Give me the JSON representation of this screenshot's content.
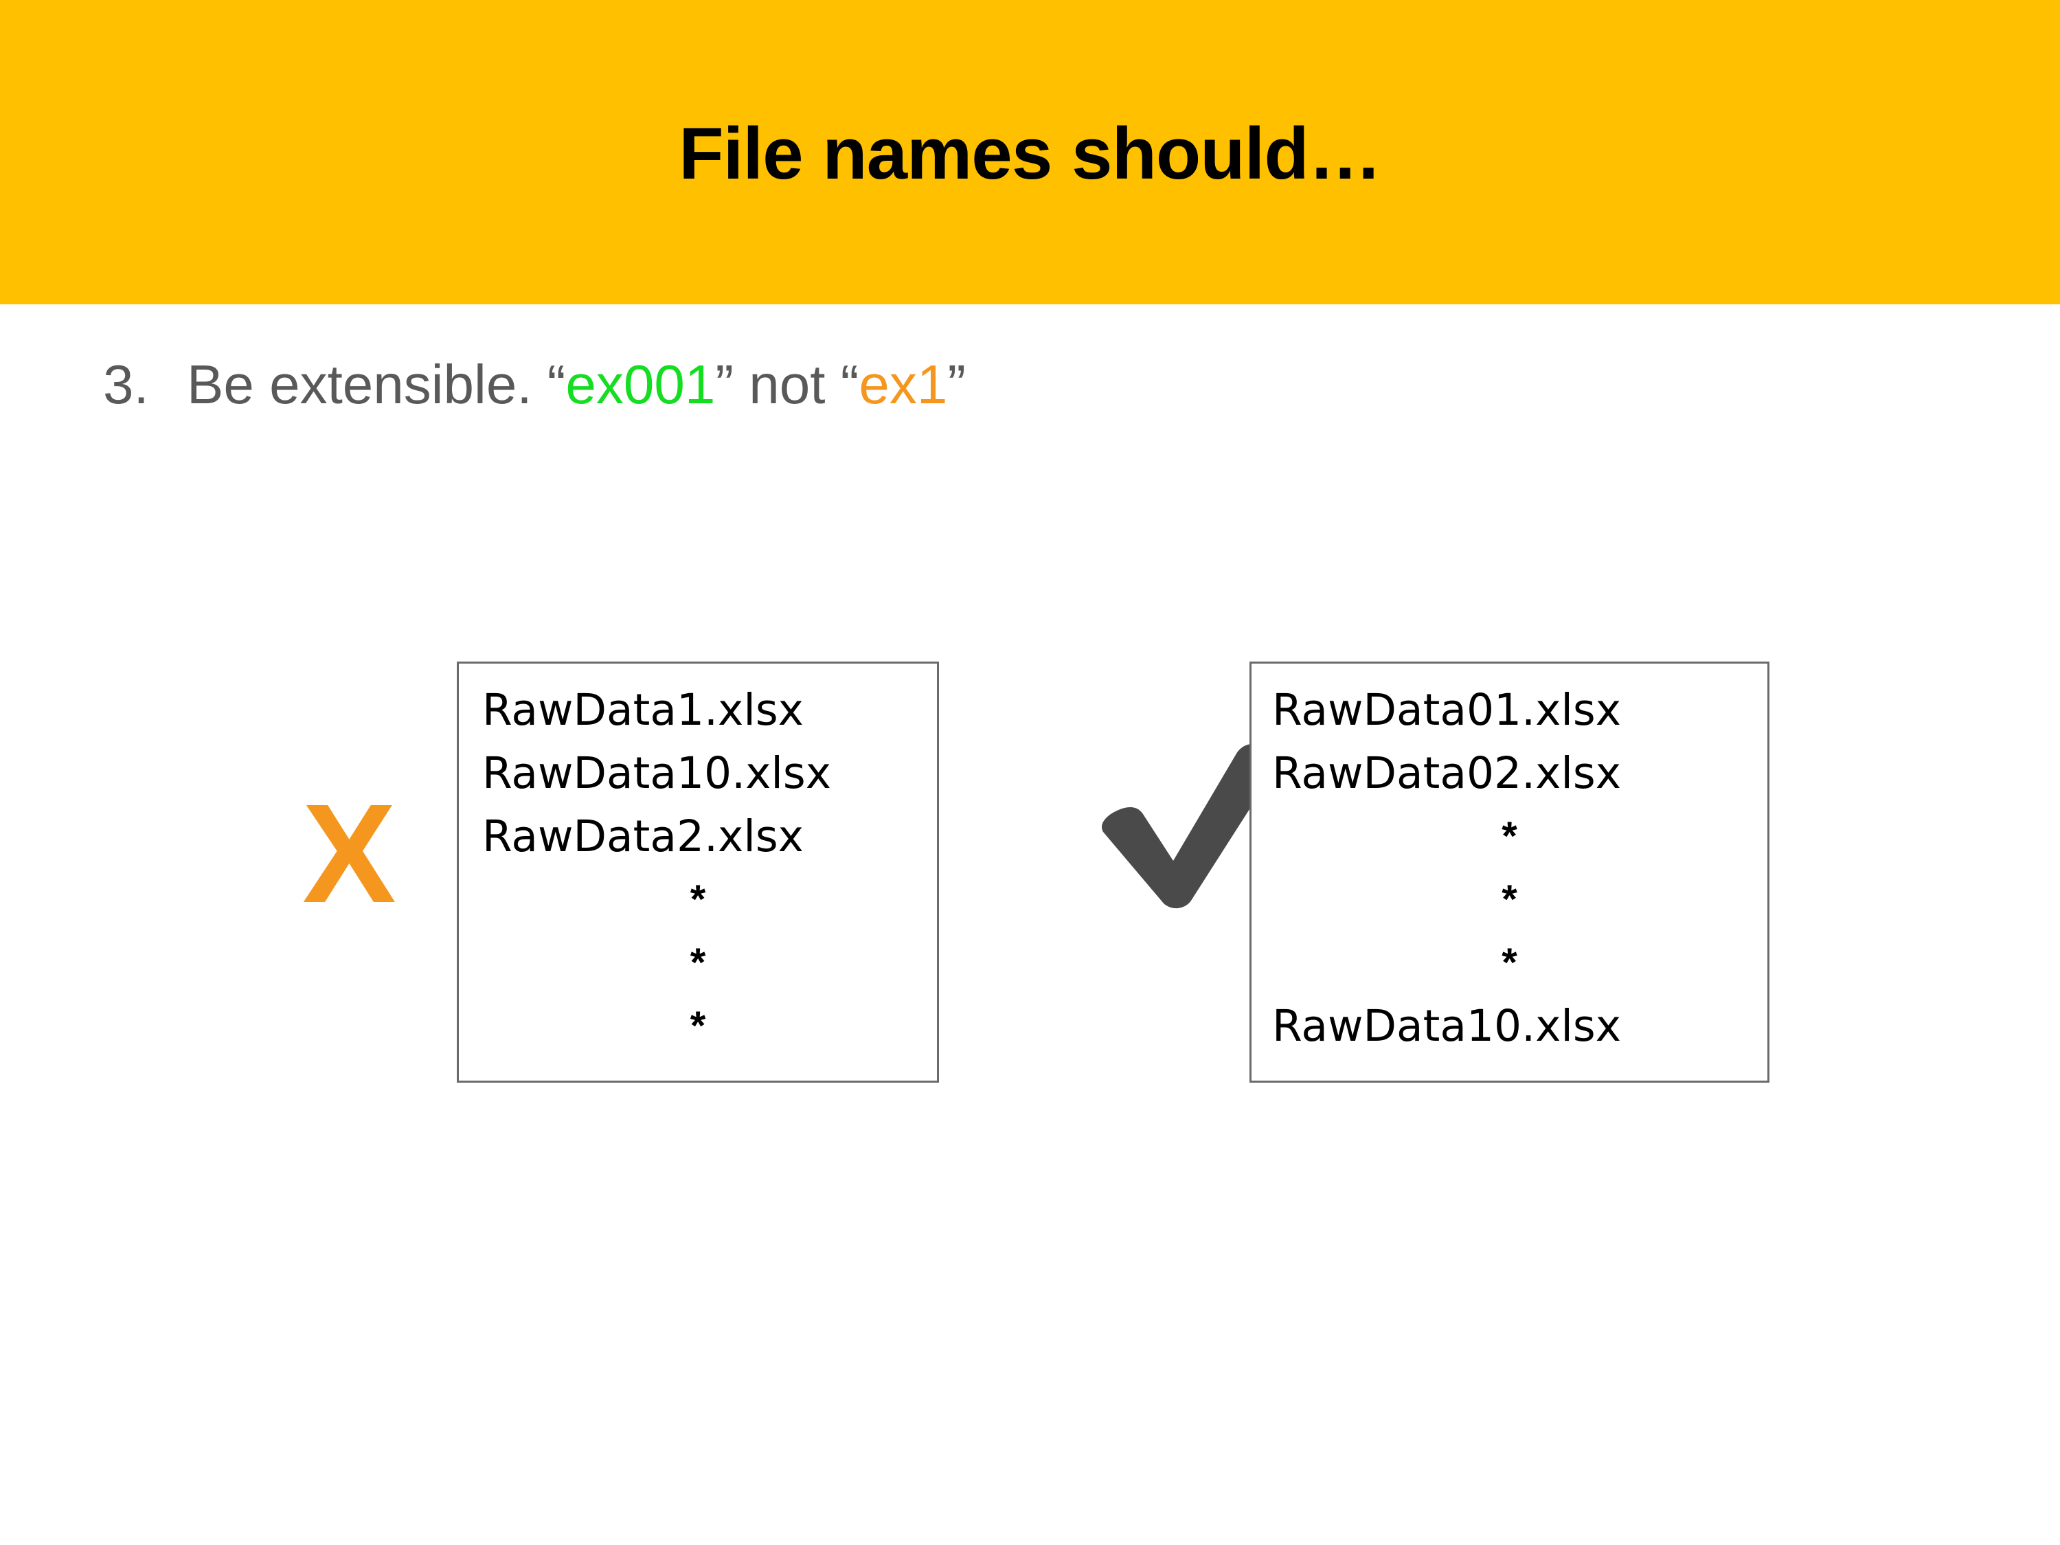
{
  "slide": {
    "title": "File names should…",
    "band_color": "#FFC000",
    "body_text_color": "#595959"
  },
  "bullet": {
    "number": "3.",
    "lead": "Be extensible. ",
    "quote_open_1": "“",
    "good_token": "ex001",
    "quote_close_1": "”",
    "middle": " not ",
    "quote_open_2": "“",
    "bad_token": "ex1",
    "quote_close_2": "”",
    "good_token_color": "#14DD22",
    "bad_token_color": "#F5971E",
    "full_text": "3. Be extensible. “ex001” not “ex1”"
  },
  "bad_example": {
    "mark": "X",
    "mark_color": "#F5971E",
    "files": [
      "RawData1.xlsx",
      "RawData10.xlsx",
      "RawData2.xlsx",
      "*",
      "*",
      "*"
    ]
  },
  "good_example": {
    "mark": "✓",
    "mark_color": "#4a4a4a",
    "files": [
      "RawData01.xlsx",
      "RawData02.xlsx",
      "*",
      "*",
      "*",
      "RawData10.xlsx"
    ]
  }
}
